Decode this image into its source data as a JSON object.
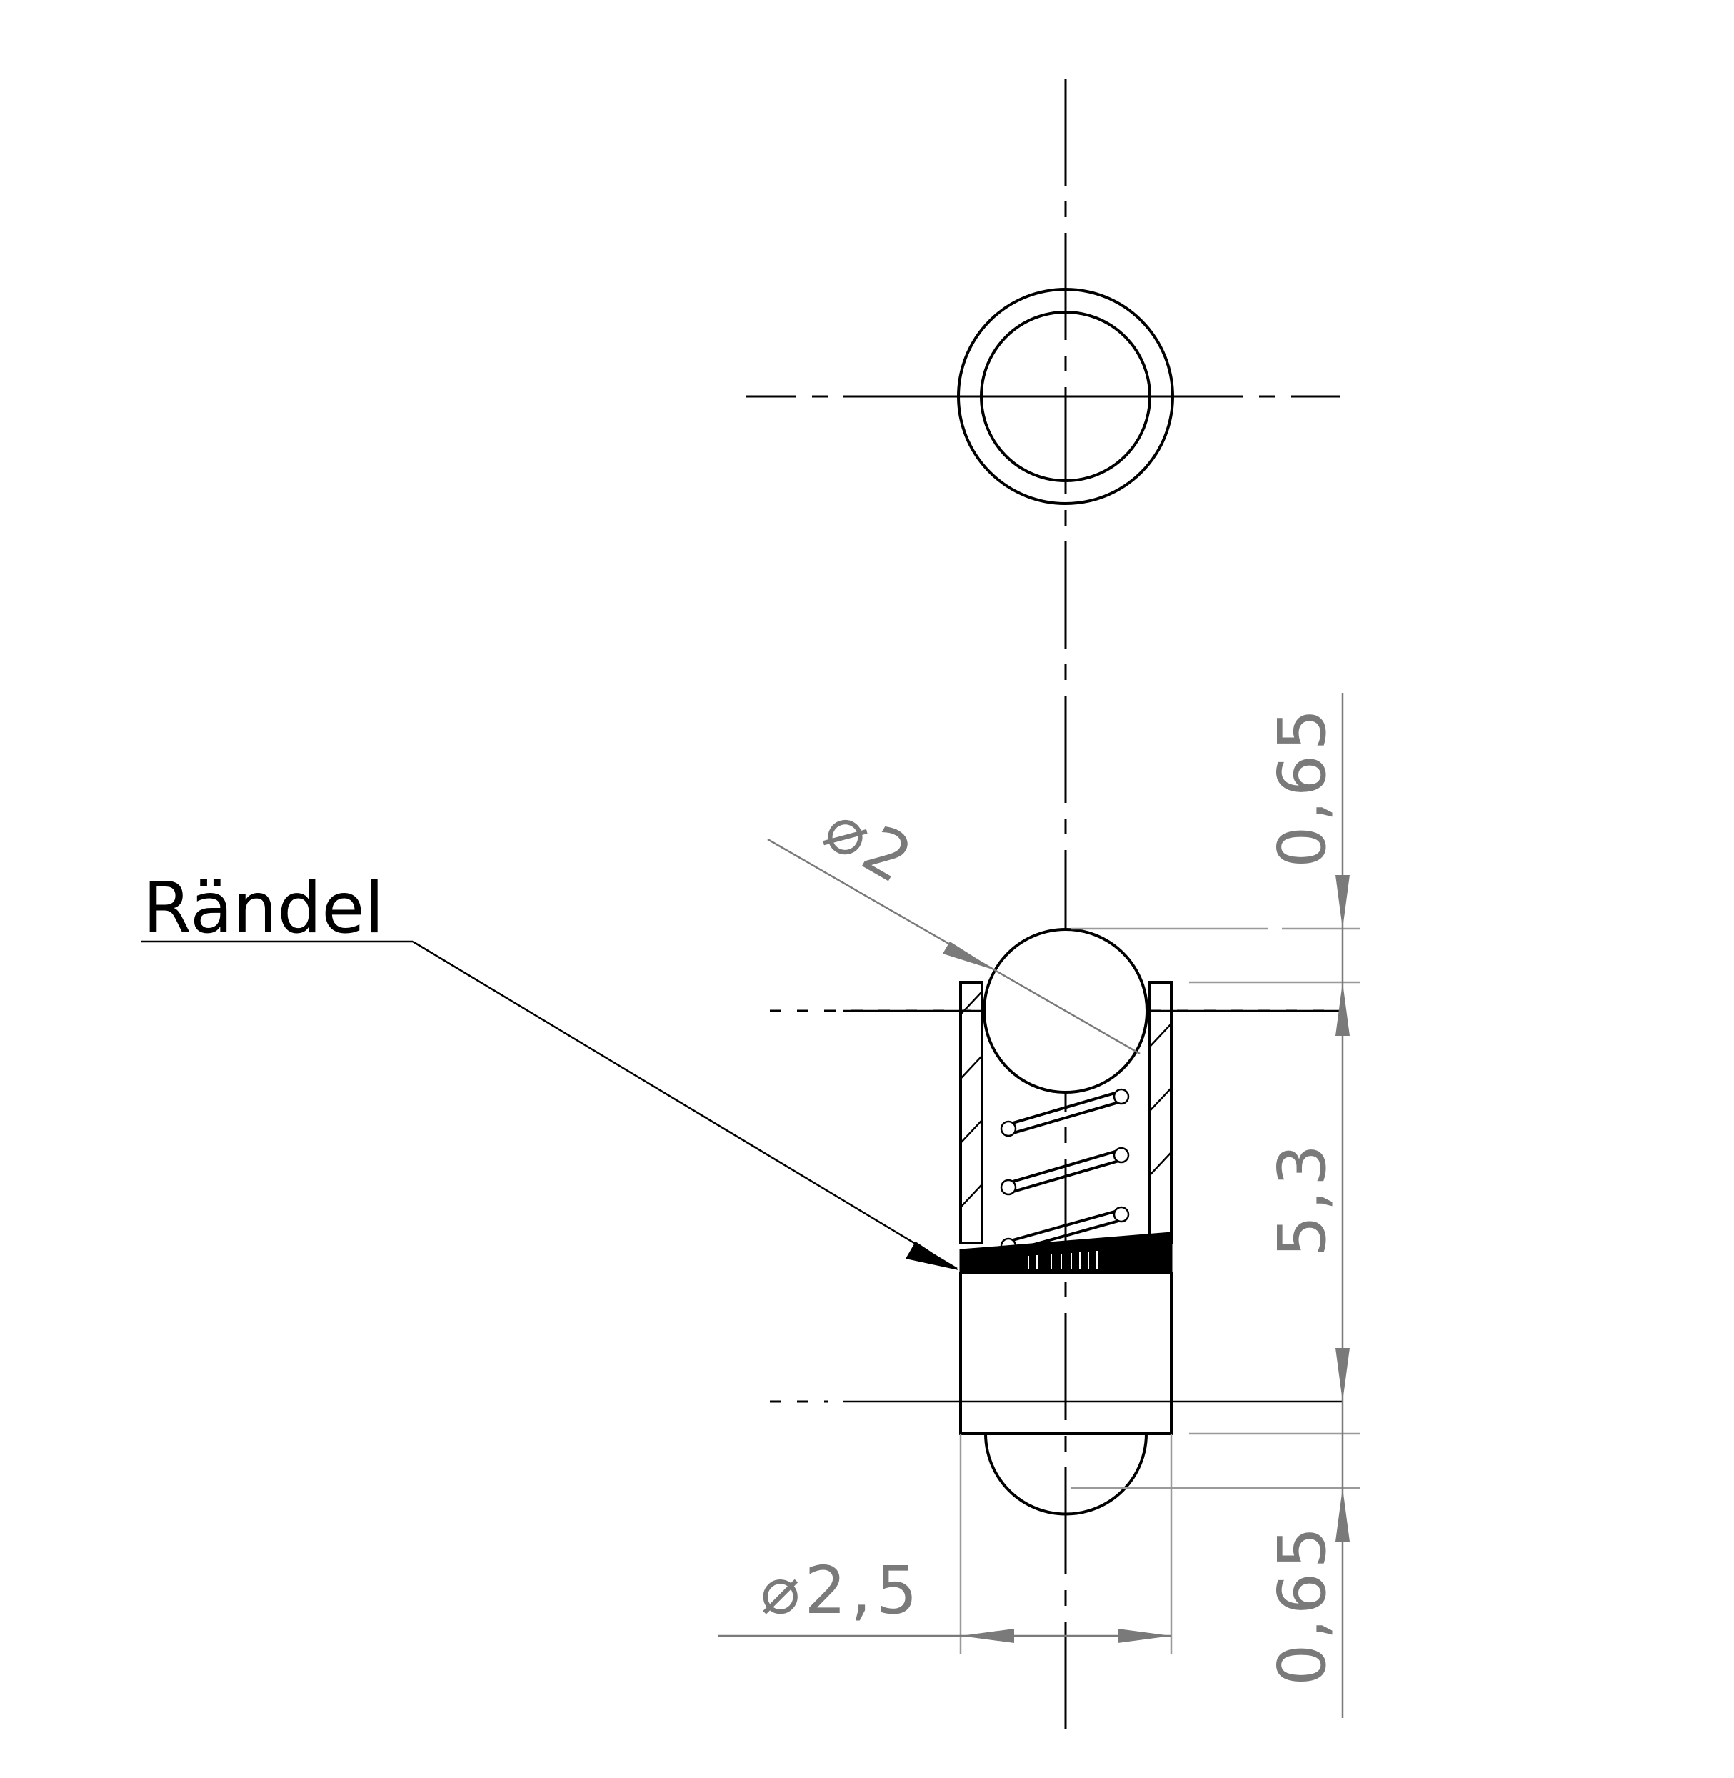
{
  "callout": {
    "label": "Rändel"
  },
  "dimensions": {
    "sphere_diameter": "⌀2",
    "body_diameter": "⌀2,5",
    "top_protrusion": "0,65",
    "body_length": "5,3",
    "bottom_protrusion": "0,65"
  },
  "colors": {
    "object_lines": "#000000",
    "dimension_lines": "#7a7a7a",
    "background": "#ffffff"
  }
}
